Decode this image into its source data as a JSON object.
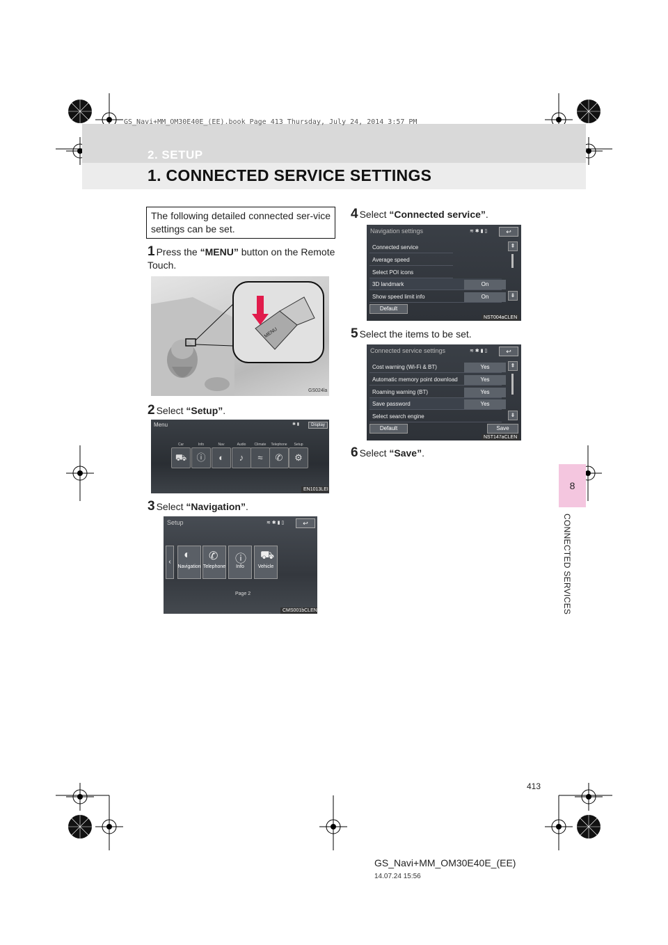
{
  "book_stamp": "GS_Navi+MM_OM30E40E_(EE).book  Page 413  Thursday, July 24, 2014  3:57 PM",
  "chapter_title": "2. SETUP",
  "section_title": "1. CONNECTED SERVICE SETTINGS",
  "side_tab": {
    "number": "8",
    "label": "CONNECTED SERVICES"
  },
  "intro": "The following detailed connected ser-vice settings can be set.",
  "steps": [
    {
      "num": "1",
      "pre": "Press the ",
      "bold": "“MENU”",
      "post": " button on the Remote Touch."
    },
    {
      "num": "2",
      "pre": "Select ",
      "bold": "“Setup”",
      "post": "."
    },
    {
      "num": "3",
      "pre": "Select ",
      "bold": "“Navigation”",
      "post": "."
    },
    {
      "num": "4",
      "pre": "Select ",
      "bold": "“Connected service”",
      "post": "."
    },
    {
      "num": "5",
      "pre": "Select the items to be set.",
      "bold": "",
      "post": ""
    },
    {
      "num": "6",
      "pre": "Select ",
      "bold": "“Save”",
      "post": "."
    }
  ],
  "remote_photo": {
    "code": "GS024la",
    "button_text": "MENU"
  },
  "menu_screen": {
    "title": "Menu",
    "display_button": "Display",
    "items": [
      "Car",
      "Info",
      "Nav",
      "Audio",
      "Climate",
      "Telephone",
      "Setup"
    ],
    "code": "EN1013LEI"
  },
  "setup_screen": {
    "title": "Setup",
    "items": [
      "Navigation",
      "Telephone",
      "Info",
      "Vehicle"
    ],
    "page": "Page 2",
    "code": "CMS001bCLEN"
  },
  "nav_settings_screen": {
    "title": "Navigation settings",
    "rows": [
      "Connected service",
      "Average speed",
      "Select POI icons",
      "3D landmark",
      "Show speed limit info"
    ],
    "values": [
      "On",
      "On"
    ],
    "default_button": "Default",
    "code": "NST004aCLEN"
  },
  "cs_settings_screen": {
    "title": "Connected service settings",
    "rows": [
      "Cost warning (Wi-Fi & BT)",
      "Automatic memory point download",
      "Roaming warning (BT)",
      "Save password",
      "Select search engine"
    ],
    "values": [
      "Yes",
      "Yes",
      "Yes",
      "Yes"
    ],
    "default_button": "Default",
    "save_button": "Save",
    "code": "NST147aCLEN"
  },
  "page_number": "413",
  "footer_file": "GS_Navi+MM_OM30E40E_(EE)",
  "footer_time": "14.07.24   15:56"
}
